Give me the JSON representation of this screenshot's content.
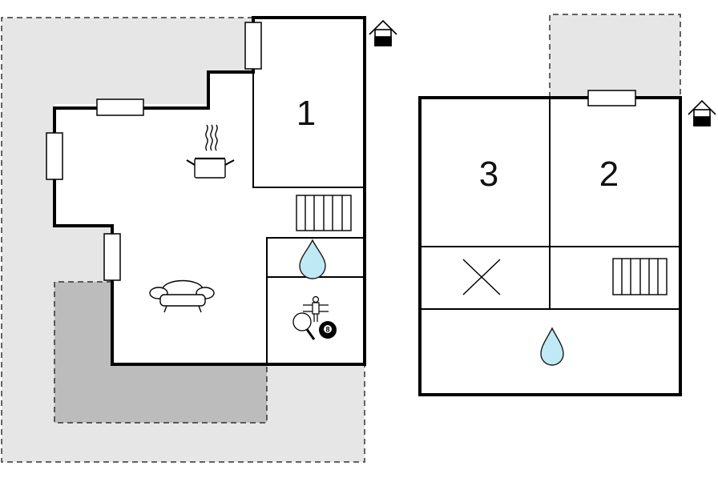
{
  "floorplan": {
    "rooms": [
      {
        "id": "bedroom-1",
        "label": "1"
      },
      {
        "id": "bedroom-2",
        "label": "2"
      },
      {
        "id": "bedroom-3",
        "label": "3"
      }
    ],
    "icons": [
      "kitchen-pot-icon",
      "sofa-icon",
      "stairs-icon",
      "water-drop-icon",
      "table-football-icon",
      "ping-pong-icon",
      "billiard-8-ball-icon",
      "cross-icon",
      "house-entrance-icon"
    ],
    "billiard_ball_number": "8",
    "colors": {
      "wall": "#000000",
      "terrace": "#e6e6e6",
      "covered_terrace": "#bcbcbc",
      "water": "#bfeaf5",
      "water_outline": "#1a1a1a"
    }
  }
}
